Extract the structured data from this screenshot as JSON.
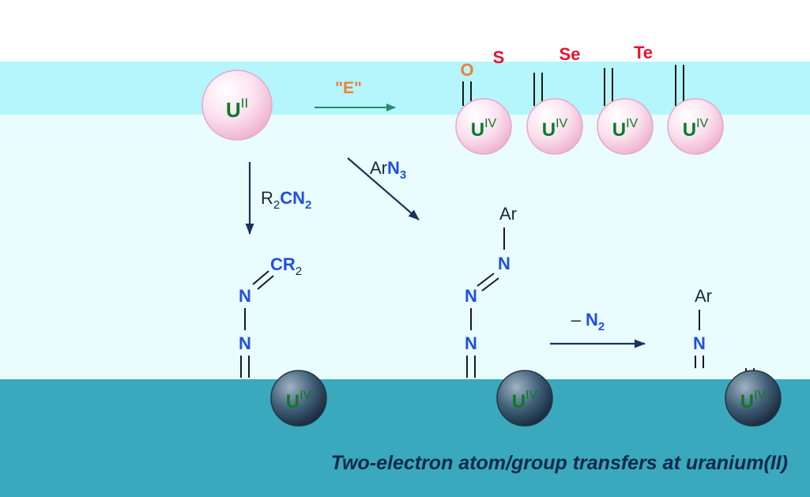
{
  "reactant": {
    "metal": "U",
    "oxidation_state": "II"
  },
  "product_metal": {
    "metal": "U",
    "oxidation_state": "IV"
  },
  "reagents": {
    "chalcogen": "\"E\"",
    "diazo_prefix": "R",
    "diazo_sub": "2",
    "diazo_group": "CN",
    "diazo_group_sub": "2",
    "azide_prefix": "Ar",
    "azide_group": "N",
    "azide_group_sub": "3",
    "nitrogen_loss_sign": "–",
    "nitrogen_loss_group": "N",
    "nitrogen_loss_sub": "2"
  },
  "chalcogens": [
    "O",
    "S",
    "Se",
    "Te"
  ],
  "atoms": {
    "nitrogen": "N",
    "carbon_group": "CR",
    "carbon_sub": "2",
    "aryl": "Ar"
  },
  "caption": "Two-electron atom/group transfers at uranium(II)",
  "colors": {
    "oxygen": "#f07f3c",
    "chalcogen_red": "#e8112d",
    "nitrogen": "#1f4fe0",
    "uranium_text": "#0a7a28",
    "arrow_green": "#2a8a6a",
    "arrow_navy": "#16355e",
    "bond": "#1a1a1a",
    "sphere_pink": "#f4b8d6",
    "sphere_dark": "#2e4e66"
  }
}
